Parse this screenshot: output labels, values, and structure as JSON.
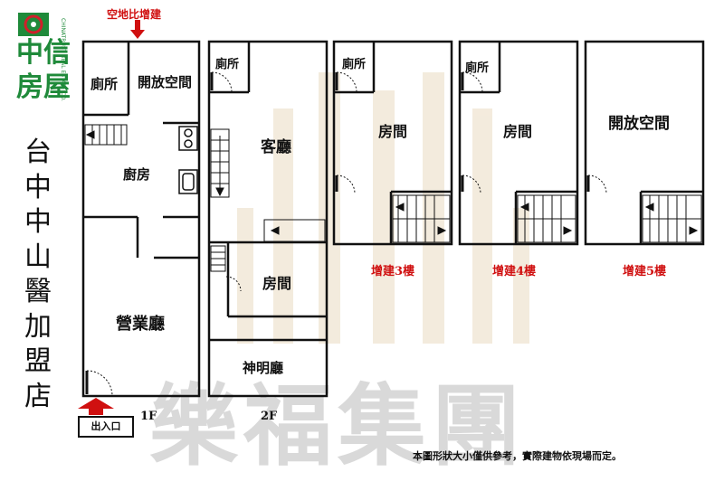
{
  "logo": {
    "cn_top": "中信",
    "cn_bottom": "房屋",
    "en_vertical": "CHINATRUST REAL ESTATE CO."
  },
  "store_title": [
    "台",
    "中",
    "中",
    "山",
    "醫",
    "加",
    "盟",
    "店"
  ],
  "watermark": "樂福集團",
  "top_annotation": "空地比增建",
  "note": "本圖形狀大小僅供參考，實際建物依現場而定。",
  "floor1": {
    "label": "1F",
    "rooms": {
      "toilet": "廁所",
      "open_space": "開放空間",
      "kitchen": "廚房",
      "business_hall": "營業廳"
    },
    "entrance": "出入口"
  },
  "floor2": {
    "label": "2F",
    "rooms": {
      "toilet": "廁所",
      "living_room": "客廳",
      "room": "房間",
      "shrine_hall": "神明廳"
    }
  },
  "floor3": {
    "label": "增建3樓",
    "rooms": {
      "toilet": "廁所",
      "room": "房間"
    }
  },
  "floor4": {
    "label": "增建4樓",
    "rooms": {
      "toilet": "廁所",
      "room": "房間"
    }
  },
  "floor5": {
    "label": "增建5樓",
    "rooms": {
      "open_space": "開放空間"
    }
  },
  "colors": {
    "annotation_red": "#d01010",
    "logo_green": "#1f8a3a",
    "logo_red": "#d0202a",
    "watermark_gray": "#d9d9d9",
    "walls": "#111111"
  }
}
